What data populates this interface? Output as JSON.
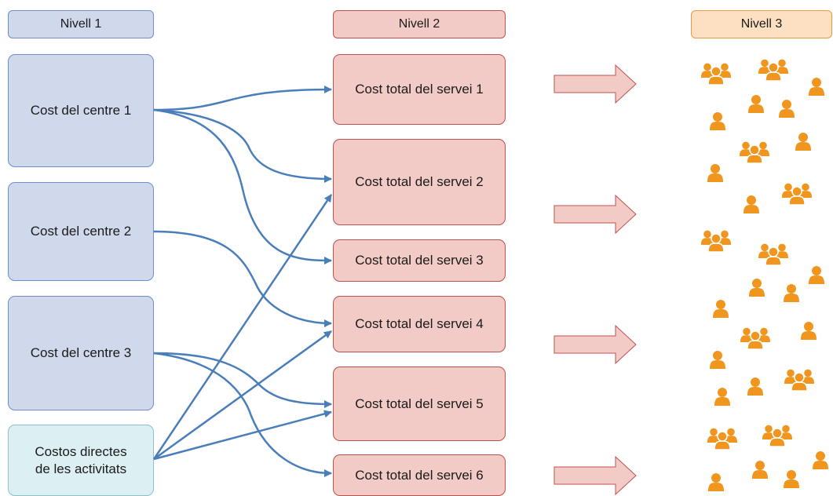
{
  "headers": {
    "level1": "Nivell 1",
    "level2": "Nivell 2",
    "level3": "Nivell 3"
  },
  "centres": [
    {
      "label": "Cost del centre 1"
    },
    {
      "label": "Cost del centre 2"
    },
    {
      "label": "Cost del centre 3"
    },
    {
      "label": "Costos directes\nde les activitats"
    }
  ],
  "services": [
    {
      "label": "Cost total del servei 1"
    },
    {
      "label": "Cost total del servei 2"
    },
    {
      "label": "Cost total del servei 3"
    },
    {
      "label": "Cost total del servei 4"
    },
    {
      "label": "Cost total del servei 5"
    },
    {
      "label": "Cost total del servei 6"
    }
  ],
  "colors": {
    "level1": "#d0d9ec",
    "level2": "#f2cbc6",
    "level3": "#fde0c2",
    "direct": "#dceff2",
    "connector": "#4a7ebb",
    "people": "#f0961e",
    "big_arrow": "#f2cbc6"
  },
  "icons": {
    "group": "people-group-icon",
    "person": "person-icon",
    "arrow": "block-arrow-right-icon"
  }
}
